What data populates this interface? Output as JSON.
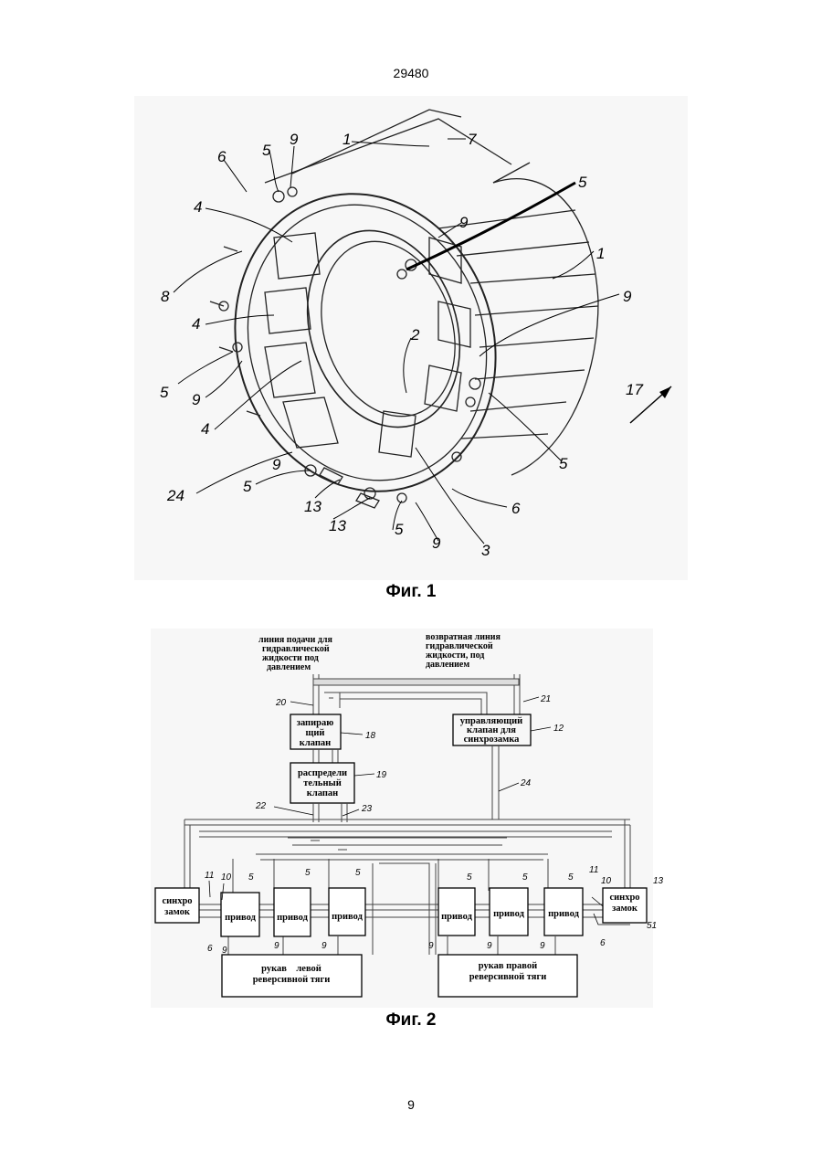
{
  "header": {
    "document_number": "29480"
  },
  "figure1": {
    "caption": "Фиг. 1",
    "labels": {
      "l1a": "1",
      "l7": "7",
      "l5a": "5",
      "l9a": "9",
      "l6a": "6",
      "l4a": "4",
      "l5b": "5",
      "l9b": "9",
      "l1b": "1",
      "l8": "8",
      "l9c": "9",
      "l4b": "4",
      "l2": "2",
      "l5c": "5",
      "l9d": "9",
      "l4c": "4",
      "l17": "17",
      "l5d": "5",
      "l9e": "9",
      "l24": "24",
      "l5e": "5",
      "l13a": "13",
      "l13b": "13",
      "l6b": "6",
      "l5f": "5",
      "l9f": "9",
      "l3": "3"
    }
  },
  "figure2": {
    "caption": "Фиг. 2",
    "supply_line": [
      "линия подачи для",
      "гидравлической",
      "жидкости под",
      "давлением"
    ],
    "return_line": [
      "возвратная линия",
      "гидравлической",
      "жидкости, под",
      "давлением"
    ],
    "shutoff_valve": [
      "запираю",
      "щий",
      "клапан"
    ],
    "distributor_valve": [
      "распредели",
      "тельный",
      "клапан"
    ],
    "control_valve": [
      "управляющий",
      "клапан для",
      "синхрозамка"
    ],
    "sync_lock_left": [
      "синхро",
      "замок"
    ],
    "sync_lock_right": [
      "синхро",
      "замок"
    ],
    "actuator_label": "привод",
    "left_sleeve": [
      "рукав    левой",
      "реверсивной тяги"
    ],
    "right_sleeve": [
      "рукав правой",
      "реверсивной тяги"
    ],
    "refs": {
      "r20": "20",
      "r21": "21",
      "r18": "18",
      "r12": "12",
      "r19": "19",
      "r24": "24",
      "r22": "22",
      "r23": "23",
      "r11a": "11",
      "r10a": "10",
      "r5a": "5",
      "r5b": "5",
      "r5c": "5",
      "r5d": "5",
      "r5e": "5",
      "r5f": "5",
      "r11b": "11",
      "r10b": "10",
      "r13": "13",
      "r6a": "6",
      "r9a": "9",
      "r9b": "9",
      "r9c": "9",
      "r9d": "9",
      "r9e": "9",
      "r9f": "9",
      "r6b": "6",
      "r51": "51"
    }
  },
  "footer": {
    "page_number": "9"
  }
}
